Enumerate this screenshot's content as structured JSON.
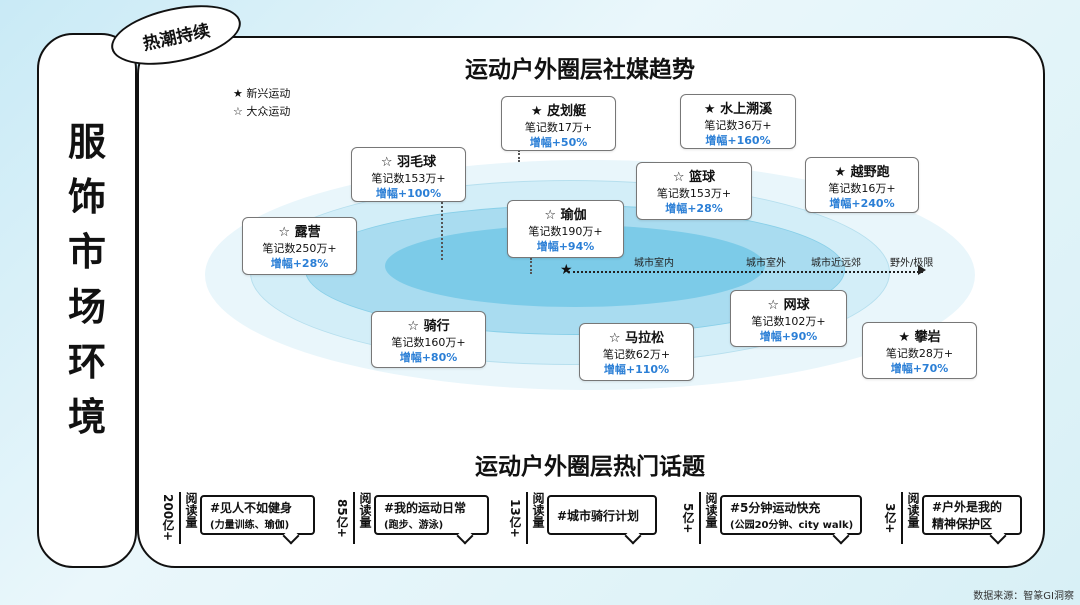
{
  "side_title": [
    "服",
    "饰",
    "市",
    "场",
    "环",
    "境"
  ],
  "badge": "热潮持续",
  "section1_title": "运动户外圈层社媒趋势",
  "legend": {
    "new_sports": "★ 新兴运动",
    "mass_sports": "☆ 大众运动"
  },
  "zones": [
    "城市室内",
    "城市室外",
    "城市近远郊",
    "野外/极限"
  ],
  "cards": [
    {
      "name": "★ 皮划艇",
      "count": "笔记数17万+",
      "growth": "增幅+50%"
    },
    {
      "name": "★ 水上溯溪",
      "count": "笔记数36万+",
      "growth": "增幅+160%"
    },
    {
      "name": "☆ 羽毛球",
      "count": "笔记数153万+",
      "growth": "增幅+100%"
    },
    {
      "name": "☆ 篮球",
      "count": "笔记数153万+",
      "growth": "增幅+28%"
    },
    {
      "name": "★ 越野跑",
      "count": "笔记数16万+",
      "growth": "增幅+240%"
    },
    {
      "name": "☆ 瑜伽",
      "count": "笔记数190万+",
      "growth": "增幅+94%"
    },
    {
      "name": "☆ 露营",
      "count": "笔记数250万+",
      "growth": "增幅+28%"
    },
    {
      "name": "☆ 网球",
      "count": "笔记数102万+",
      "growth": "增幅+90%"
    },
    {
      "name": "☆ 骑行",
      "count": "笔记数160万+",
      "growth": "增幅+80%"
    },
    {
      "name": "☆ 马拉松",
      "count": "笔记数62万+",
      "growth": "增幅+110%"
    },
    {
      "name": "★ 攀岩",
      "count": "笔记数28万+",
      "growth": "增幅+70%"
    }
  ],
  "section2_title": "运动户外圈层热门话题",
  "topics": [
    {
      "reads": "200亿+",
      "label": "阅读量",
      "topic": "#见人不如健身",
      "sub": "(力量训练、瑜伽)"
    },
    {
      "reads": "85亿+",
      "label": "阅读量",
      "topic": "#我的运动日常",
      "sub": "(跑步、游泳)"
    },
    {
      "reads": "13亿+",
      "label": "阅读量",
      "topic": "#城市骑行计划",
      "sub": ""
    },
    {
      "reads": "5亿+",
      "label": "阅读量",
      "topic": "#5分钟运动快充",
      "sub": "(公园20分钟、city walk)"
    },
    {
      "reads": "3亿+",
      "label": "阅读量",
      "topic": "#户外是我的",
      "sub": "精神保护区"
    }
  ],
  "source": "数据来源：智篆GI洞察",
  "colors": {
    "growth": "#2b7fd6",
    "outline": "#111111",
    "ellipse_outer": "#e6f5fb",
    "ellipse_mid": "#bfe6f4",
    "ellipse_inner": "#8fd3ec"
  }
}
